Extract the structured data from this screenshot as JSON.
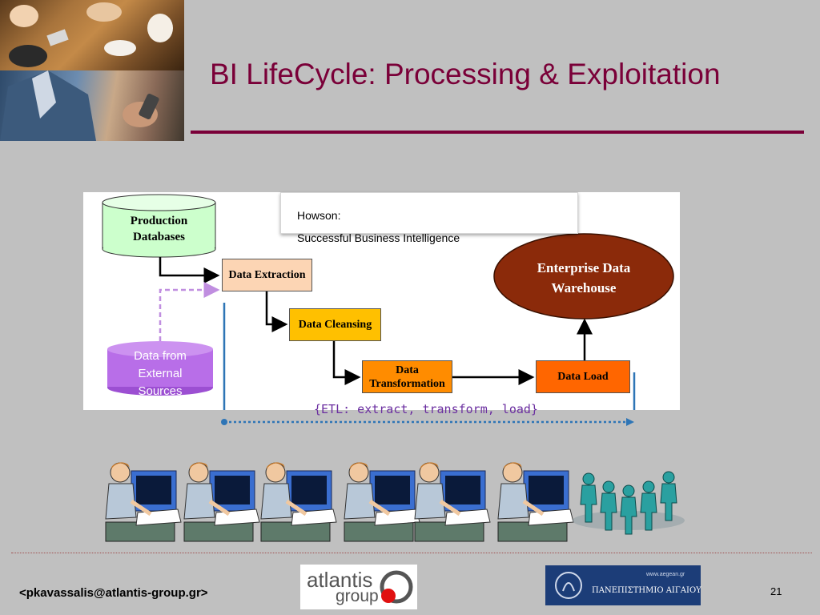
{
  "slide": {
    "title": "BI LifeCycle: Processing & Exploitation",
    "page_number": "21",
    "email": "<pkavassalis@atlantis-group.gr>"
  },
  "citation": {
    "line1": "Howson:",
    "line2": "Successful Business Intelligence"
  },
  "diagram": {
    "production_db_line1": "Production",
    "production_db_line2": "Databases",
    "external_line1": "Data from",
    "external_line2": "External",
    "external_line3": "Sources",
    "extraction": "Data Extraction",
    "cleansing": "Data Cleansing",
    "transformation_line1": "Data",
    "transformation_line2": "Transformation",
    "load": "Data Load",
    "warehouse_line1": "Enterprise Data",
    "warehouse_line2": "Warehouse",
    "etl_label": "{ETL: extract, transform, load}"
  },
  "logos": {
    "atlantis_line1": "atlantis",
    "atlantis_line2": "group",
    "aegean_url": "www.aegean.gr",
    "aegean_name": "ΠΑΝΕΠΙΣΤΗΜΙΟ ΑΙΓΑΙΟΥ"
  },
  "colors": {
    "title": "#7a0038",
    "production_db": "#ccffcc",
    "extraction": "#fcd5b4",
    "cleansing": "#ffc000",
    "transformation": "#ff8c00",
    "load": "#ff6600",
    "warehouse": "#8b2a0a",
    "external": "#b86ee8",
    "etl_text": "#6b2fa0",
    "etl_arrow": "#2e75b6"
  },
  "icons": [
    "office-worker-icon",
    "people-chain-icon",
    "atlantis-logo",
    "aegean-logo"
  ]
}
